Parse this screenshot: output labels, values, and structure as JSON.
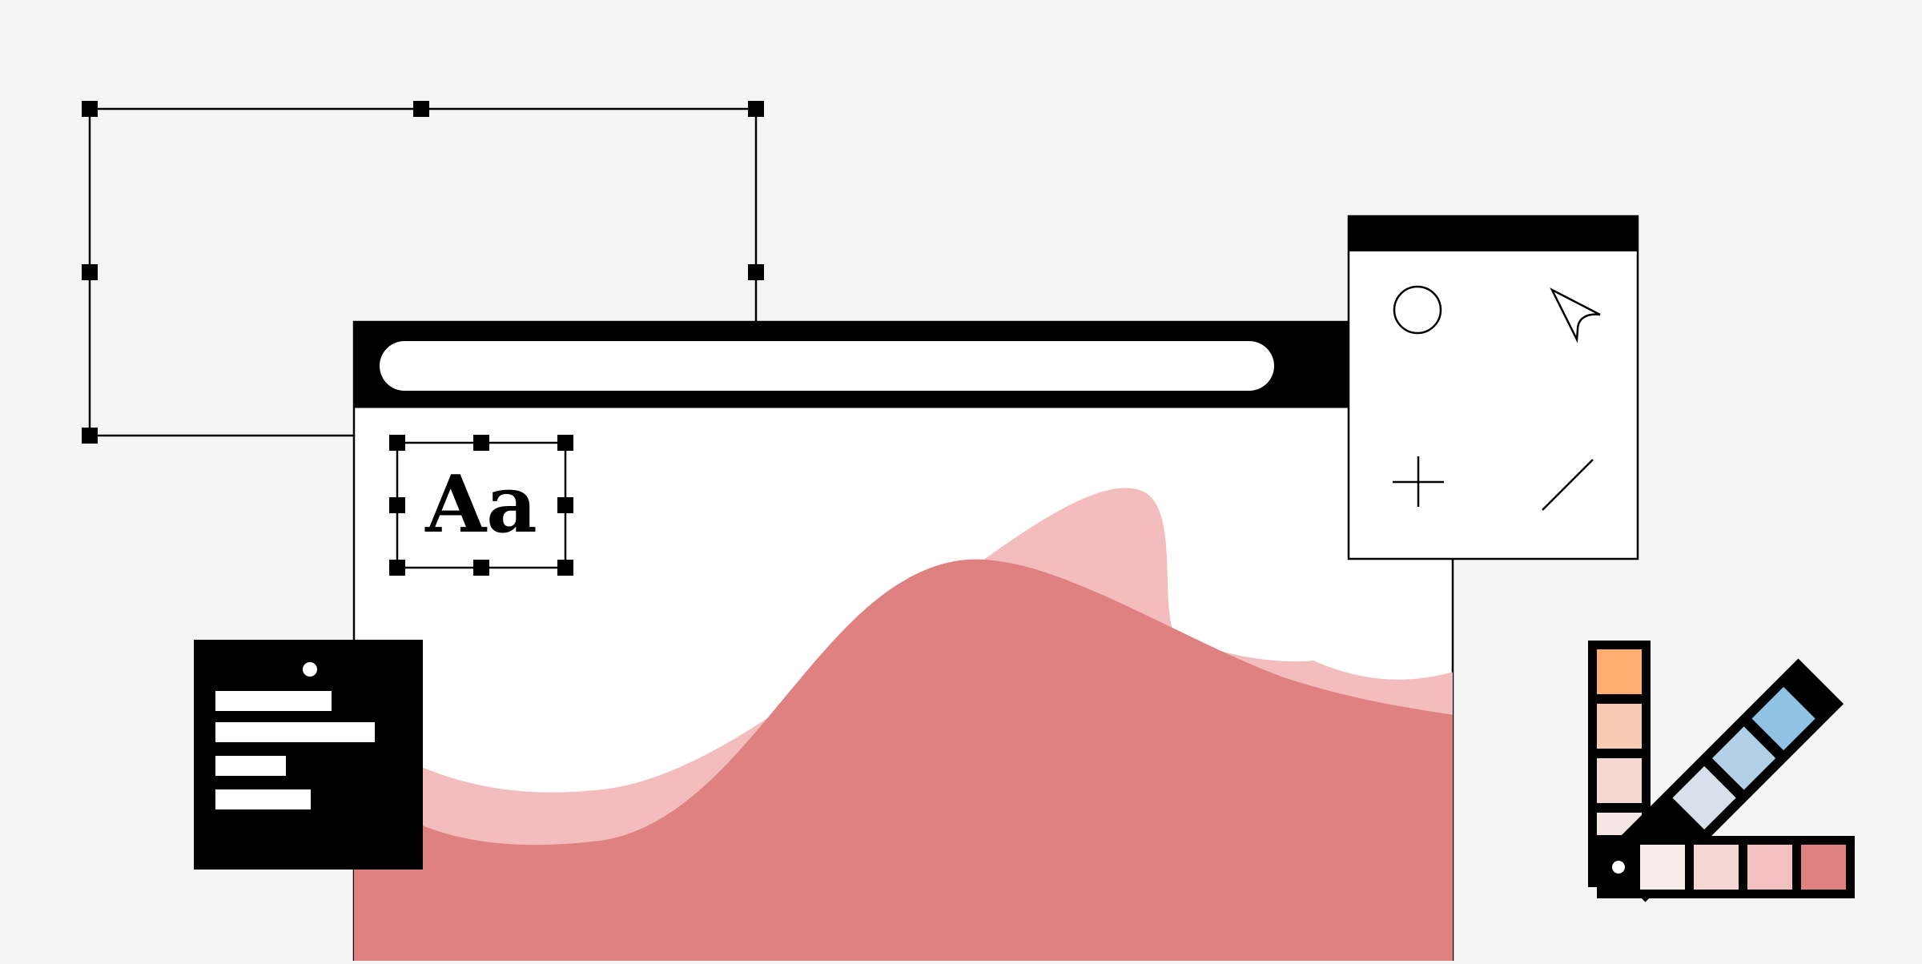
{
  "text_sample": {
    "label": "Aa"
  },
  "colors": {
    "background": "#f5f5f5",
    "ink": "#000000",
    "paper": "#ffffff",
    "wave_light": "#f3bdbe",
    "wave_main": "#df8081"
  },
  "tool_palette": {
    "tools": [
      {
        "name": "ellipse-tool",
        "icon": "circle-icon"
      },
      {
        "name": "select-tool",
        "icon": "cursor-arrow-icon"
      },
      {
        "name": "add-tool",
        "icon": "plus-icon"
      },
      {
        "name": "line-tool",
        "icon": "line-icon"
      }
    ]
  },
  "note_card": {
    "icon": "text-lines-icon",
    "line_count": 4
  },
  "swatch_fan": {
    "vertical_strip": [
      "#ffad70",
      "#f8cab2",
      "#f4d8cf",
      "#f6e5e2"
    ],
    "diagonal_strip": [
      "#8fc2e3",
      "#b1d0e6",
      "#d7e0ea"
    ],
    "horizontal_strip": [
      "#f7ecea",
      "#f4d7d4",
      "#f3bfc1",
      "#df8081"
    ]
  }
}
